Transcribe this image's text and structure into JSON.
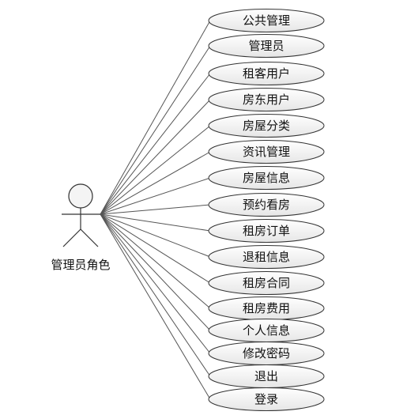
{
  "actor": {
    "label": "管理员角色"
  },
  "use_cases": [
    {
      "label": "公共管理"
    },
    {
      "label": "管理员"
    },
    {
      "label": "租客用户"
    },
    {
      "label": "房东用户"
    },
    {
      "label": "房屋分类"
    },
    {
      "label": "资讯管理"
    },
    {
      "label": "房屋信息"
    },
    {
      "label": "预约看房"
    },
    {
      "label": "租房订单"
    },
    {
      "label": "退租信息"
    },
    {
      "label": "租房合同"
    },
    {
      "label": "租房费用"
    },
    {
      "label": "个人信息"
    },
    {
      "label": "修改密码"
    },
    {
      "label": "退出"
    },
    {
      "label": "登录"
    }
  ]
}
